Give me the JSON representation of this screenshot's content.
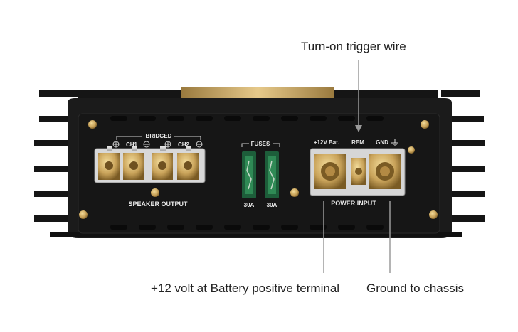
{
  "callouts": {
    "trigger": "Turn-on trigger wire",
    "battery": "+12 volt at Battery positive terminal",
    "ground": "Ground to chassis"
  },
  "panel": {
    "bridged": "BRIDGED",
    "ch1": "CH1",
    "ch2": "CH2",
    "speaker_output": "SPEAKER OUTPUT",
    "fuses": "FUSES",
    "fuse1_rating": "30A",
    "fuse2_rating": "30A",
    "bat": "+12V Bat.",
    "rem": "REM",
    "gnd": "GND",
    "power_input": "POWER INPUT"
  },
  "colors": {
    "brass": "#c9a860",
    "fuse_green": "#2f8a55",
    "body": "#1a1a1a"
  }
}
